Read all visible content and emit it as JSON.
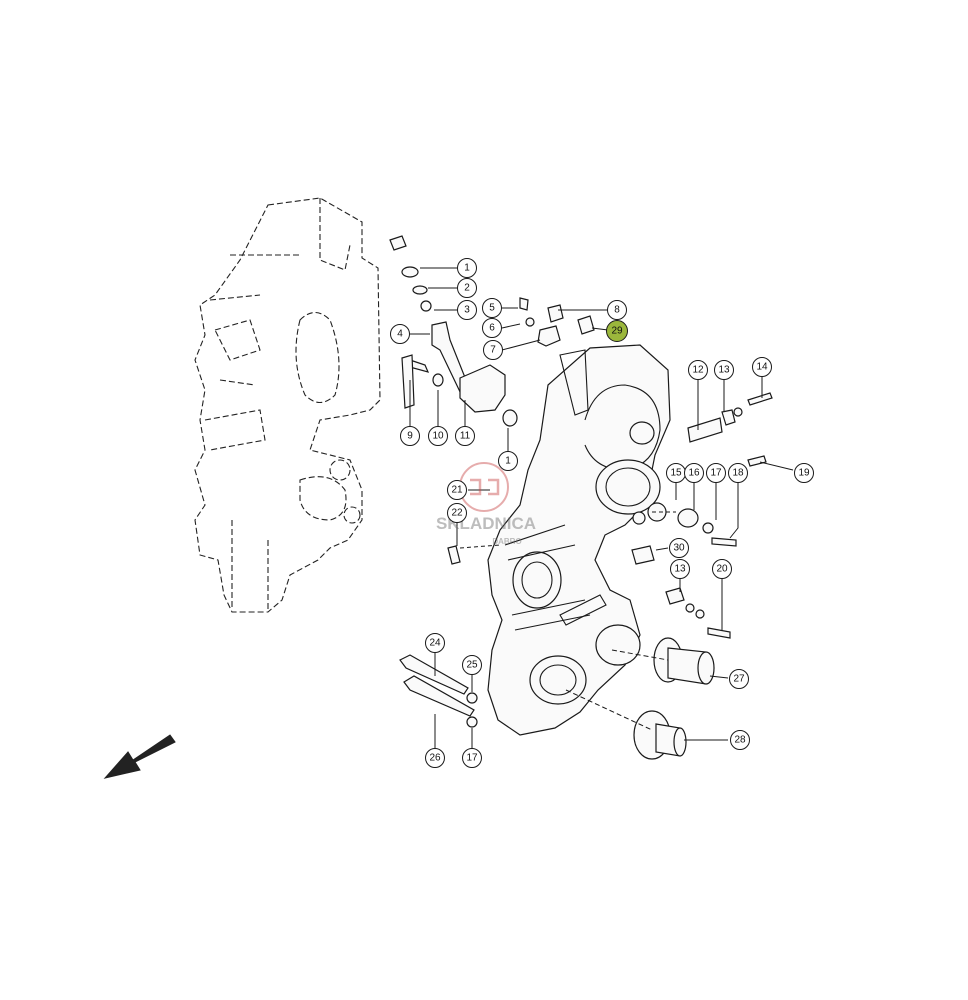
{
  "callouts": [
    {
      "id": "c1a",
      "label": "1"
    },
    {
      "id": "c2",
      "label": "2"
    },
    {
      "id": "c3",
      "label": "3"
    },
    {
      "id": "c4",
      "label": "4"
    },
    {
      "id": "c5",
      "label": "5"
    },
    {
      "id": "c6",
      "label": "6"
    },
    {
      "id": "c7",
      "label": "7"
    },
    {
      "id": "c8",
      "label": "8"
    },
    {
      "id": "c29",
      "label": "29",
      "highlighted": true
    },
    {
      "id": "c9",
      "label": "9"
    },
    {
      "id": "c10",
      "label": "10"
    },
    {
      "id": "c11",
      "label": "11"
    },
    {
      "id": "c1b",
      "label": "1"
    },
    {
      "id": "c12",
      "label": "12"
    },
    {
      "id": "c13a",
      "label": "13"
    },
    {
      "id": "c14",
      "label": "14"
    },
    {
      "id": "c15",
      "label": "15"
    },
    {
      "id": "c16",
      "label": "16"
    },
    {
      "id": "c17a",
      "label": "17"
    },
    {
      "id": "c18",
      "label": "18"
    },
    {
      "id": "c19",
      "label": "19"
    },
    {
      "id": "c21",
      "label": "21"
    },
    {
      "id": "c22",
      "label": "22"
    },
    {
      "id": "c30",
      "label": "30"
    },
    {
      "id": "c13b",
      "label": "13"
    },
    {
      "id": "c20",
      "label": "20"
    },
    {
      "id": "c24",
      "label": "24"
    },
    {
      "id": "c25",
      "label": "25"
    },
    {
      "id": "c27",
      "label": "27"
    },
    {
      "id": "c26",
      "label": "26"
    },
    {
      "id": "c17b",
      "label": "17"
    },
    {
      "id": "c28",
      "label": "28"
    }
  ],
  "watermark": {
    "line1": "SKLADNICA",
    "line2": "DABRO"
  },
  "colors": {
    "highlight": "#9bb73c",
    "line": "#1a1a1a",
    "callout_fill": "#ffffff",
    "watermark": "#c84848"
  },
  "icons": {
    "direction": "arrow-down-left-icon"
  }
}
